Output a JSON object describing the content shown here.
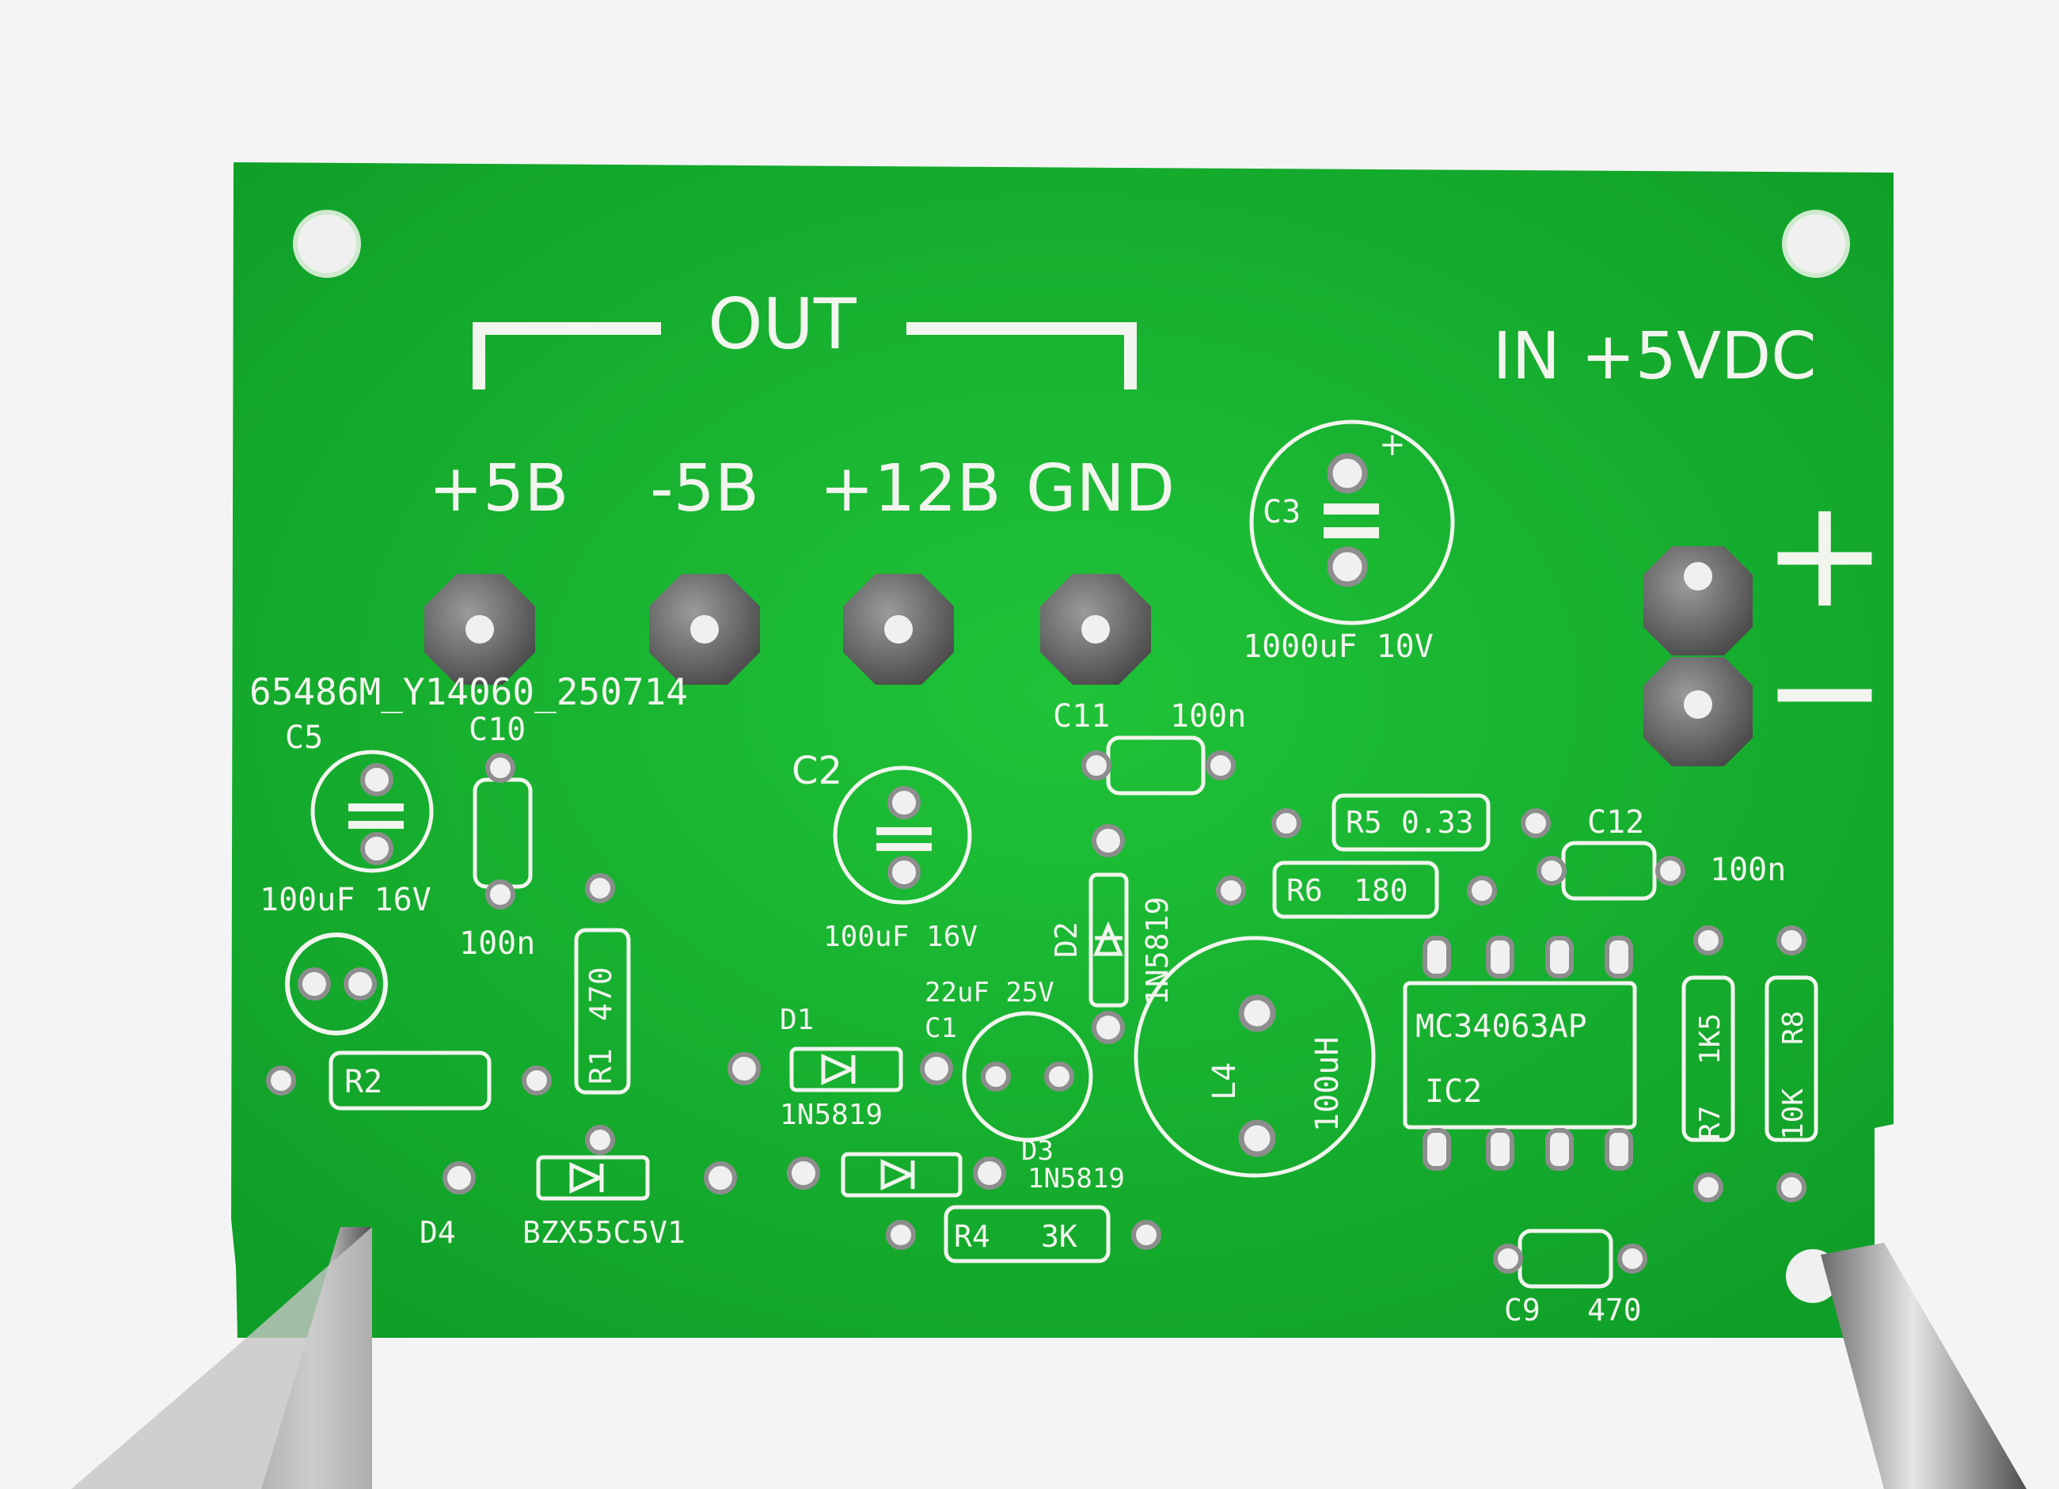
{
  "board": {
    "out_header": "OUT",
    "in_header": "IN +5VDC",
    "plus_sign": "+",
    "minus_sign": "−",
    "outputs": [
      "+5B",
      "-5B",
      "+12B",
      "GND"
    ],
    "board_id": "65486M_Y14060_250714"
  },
  "components": {
    "c3": "C3",
    "c3_value": "1000uF 10V",
    "c5": "C5",
    "c5_value": "100uF 16V",
    "c10": "C10",
    "c10_value": "100n",
    "c2": "C2",
    "c2_value": "100uF 16V",
    "c11": "C11",
    "c11_value": "100n",
    "r5": "R5",
    "r5_value": "0.33",
    "c12": "C12",
    "c12_value": "100n",
    "r6": "R6",
    "r6_value": "180",
    "d2": "D2",
    "d2_value": "1N5819",
    "r1": "R1",
    "r1_value": "470",
    "r2": "R2",
    "d1": "D1",
    "d1_value": "1N5819",
    "c1": "C1",
    "c1_value": "22uF 25V",
    "l4": "L4",
    "l4_value": "100uH",
    "ic": "MC34063AP",
    "ic2": "IC2",
    "r7": "R7",
    "r7_value": "1K5",
    "r8": "R8",
    "r8_value": "10K",
    "d3": "D3",
    "d3_value": "1N5819",
    "d4": "D4",
    "d4_value": "BZX55C5V1",
    "r4": "R4",
    "r4_value": "3K",
    "c9": "C9",
    "c9_value": "470"
  },
  "colors": {
    "pcb_green": "#12b52d",
    "silkscreen": "#f2f4ee",
    "pad_metal": "#6f6f6f",
    "background": "#f4f4f4"
  }
}
